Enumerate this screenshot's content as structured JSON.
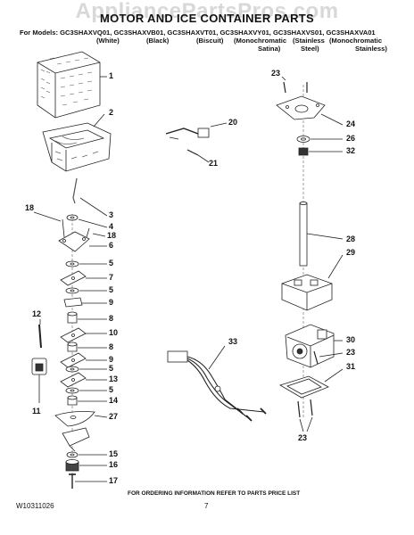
{
  "watermark": "AppliancePartsPros.com",
  "title": "MOTOR AND ICE CONTAINER PARTS",
  "models_line": "For Models: GC3SHAXVQ01, GC3SHAXVB01, GC3SHAXVT01, GC3SHAXVY01, GC3SHAXVS01, GC3SHAXVA01",
  "colors": {
    "white": "(White)",
    "black": "(Black)",
    "biscuit": "(Biscuit)",
    "mono_satina_1": "(Monochromatic",
    "mono_satina_2": "Satina)",
    "stainless_1": "(Stainless",
    "stainless_2": "Steel)",
    "mono_stainless_1": "(Monochromatic",
    "mono_stainless_2": "Stainless)"
  },
  "parts": {
    "p1": "1",
    "p2": "2",
    "p3": "3",
    "p4": "4",
    "p18a": "18",
    "p18b": "18",
    "p6": "6",
    "p5a": "5",
    "p7": "7",
    "p5b": "5",
    "p9a": "9",
    "p12": "12",
    "p8a": "8",
    "p10": "10",
    "p8b": "8",
    "p9b": "9",
    "p5c": "5",
    "p13": "13",
    "p5d": "5",
    "p14": "14",
    "p11": "11",
    "p27": "27",
    "p15": "15",
    "p16": "16",
    "p17": "17",
    "p20": "20",
    "p21": "21",
    "p23a": "23",
    "p24": "24",
    "p26": "26",
    "p32": "32",
    "p28": "28",
    "p29": "29",
    "p33": "33",
    "p30": "30",
    "p23b": "23",
    "p31": "31",
    "p23c": "23"
  },
  "footer_note": "FOR ORDERING INFORMATION REFER TO PARTS PRICE LIST",
  "doc_id": "W10311026",
  "page_number": "7"
}
